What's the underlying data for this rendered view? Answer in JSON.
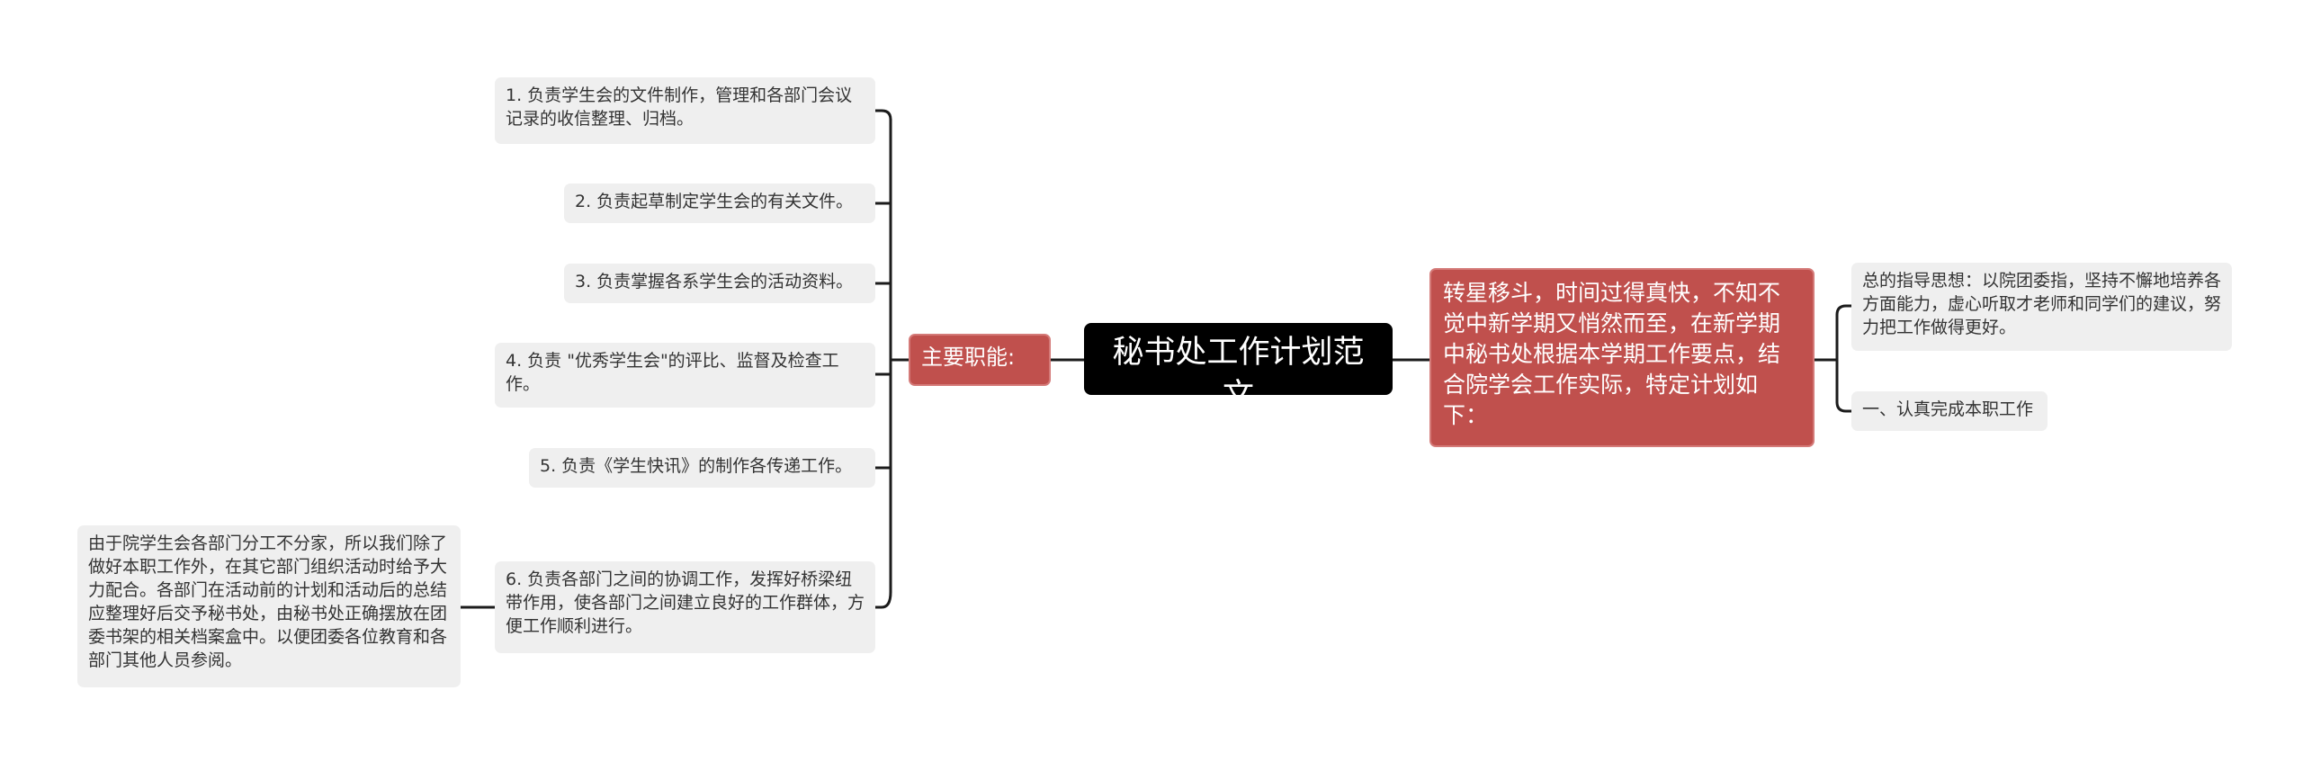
{
  "root": {
    "label": "秘书处工作计划范文"
  },
  "left_branch": {
    "label": "主要职能:",
    "items": [
      "1. 负责学生会的文件制作，管理和各部门会议记录的收信整理、归档。",
      "2. 负责起草制定学生会的有关文件。",
      "3. 负责掌握各系学生会的活动资料。",
      "4. 负责 \"优秀学生会\"的评比、监督及检查工作。",
      "5. 负责《学生快讯》的制作各传递工作。",
      "6. 负责各部门之间的协调工作，发挥好桥梁纽带作用，使各部门之间建立良好的工作群体，方便工作顺利进行。"
    ],
    "item6_detail": "由于院学生会各部门分工不分家，所以我们除了做好本职工作外，在其它部门组织活动时给予大力配合。各部门在活动前的计划和活动后的总结应整理好后交予秘书处，由秘书处正确摆放在团委书架的相关档案盒中。以便团委各位教育和各部门其他人员参阅。"
  },
  "right_branch": {
    "label": "转星移斗，时间过得真快，不知不觉中新学期又悄然而至，在新学期中秘书处根据本学期工作要点，结合院学会工作实际，特定计划如下：",
    "items": [
      "总的指导思想：以院团委指，坚持不懈地培养各方面能力，虚心听取才老师和同学们的建议，努力把工作做得更好。",
      "一、认真完成本职工作"
    ]
  },
  "colors": {
    "root_bg": "#000000",
    "branch_bg": "#c0504d",
    "leaf_bg": "#efefef",
    "line": "#1c1c1c"
  }
}
